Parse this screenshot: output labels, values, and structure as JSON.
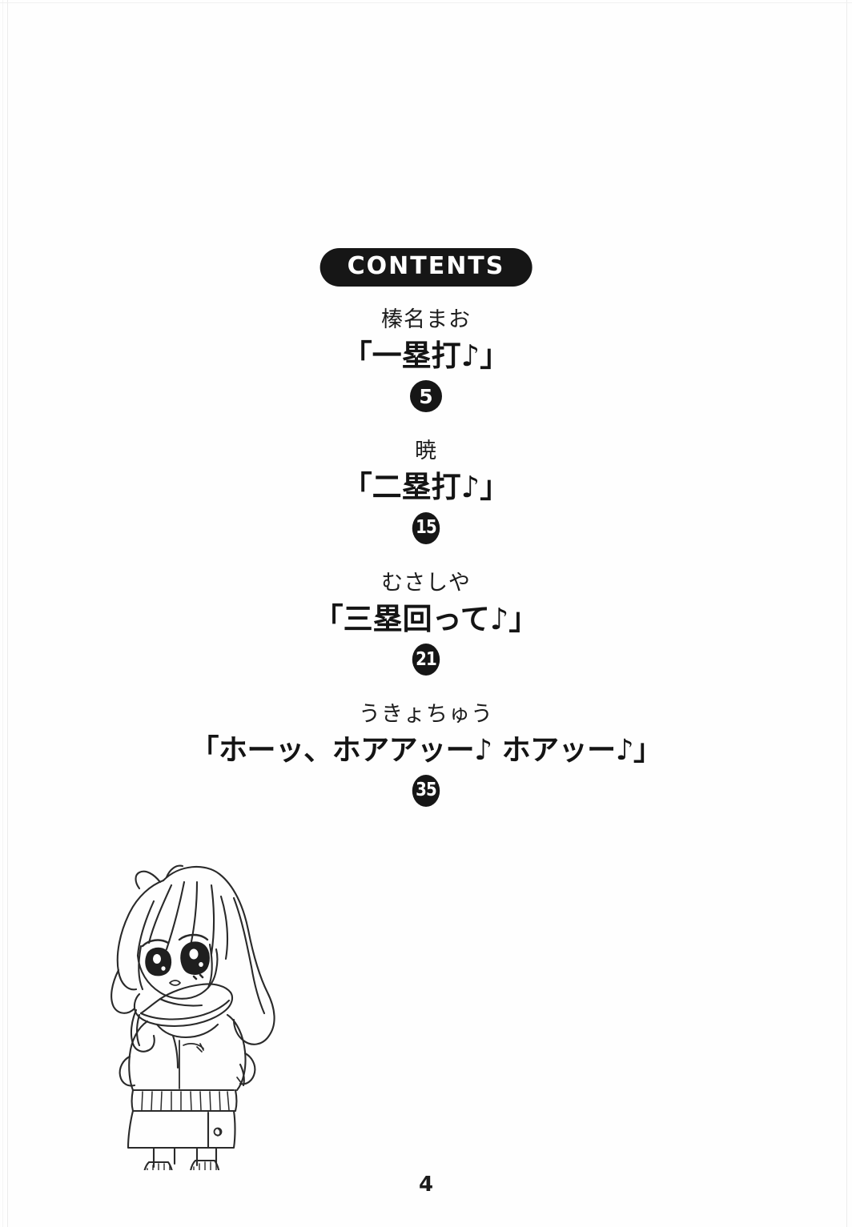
{
  "page": {
    "heading": "CONTENTS",
    "folio": "4",
    "background_color": "#fefefe",
    "ink_color": "#161616"
  },
  "contents": {
    "entries": [
      {
        "author": "榛名まお",
        "title": "「一塁打♪」",
        "page": "5"
      },
      {
        "author": "暁",
        "title": "「二塁打♪」",
        "page": "15"
      },
      {
        "author": "むさしや",
        "title": "「三塁回って♪」",
        "page": "21"
      },
      {
        "author": "うきょちゅう",
        "title": "「ホーッ、ホアアッー♪ ホアッー♪」",
        "page": "35"
      }
    ]
  },
  "illustration": {
    "name": "chibi-girl-in-scarf-and-hoodie",
    "description": "Line-art chibi manga girl with long ponytail, scarf, hooded jacket, skirt, leg warmers and boots"
  }
}
